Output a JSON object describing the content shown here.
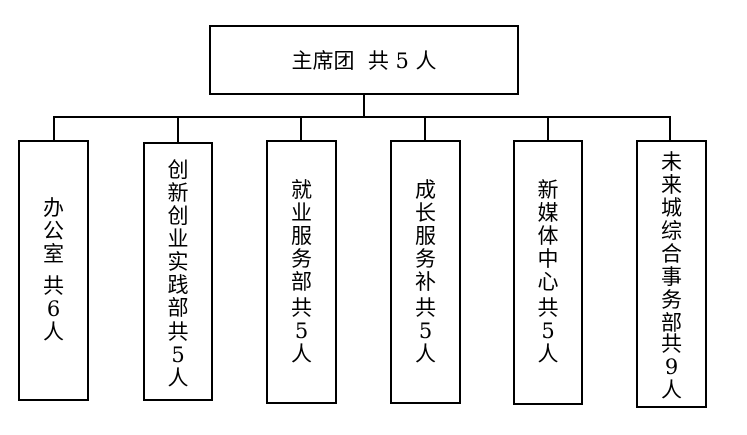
{
  "top": {
    "label": "主席团  共 5 人"
  },
  "departments": [
    {
      "name": [
        "办",
        "公",
        "室"
      ],
      "count": [
        "共",
        "6",
        "人"
      ]
    },
    {
      "name": [
        "创",
        "新",
        "创",
        "业",
        "实",
        "践",
        "部"
      ],
      "count": [
        "共",
        "5",
        "人"
      ]
    },
    {
      "name": [
        "就",
        "业",
        "服",
        "务",
        "部"
      ],
      "count": [
        "共",
        "5",
        "人"
      ]
    },
    {
      "name": [
        "成",
        "长",
        "服",
        "务",
        "补"
      ],
      "count": [
        "共",
        "5",
        "人"
      ]
    },
    {
      "name": [
        "新",
        "媒",
        "体",
        "中",
        "心"
      ],
      "count": [
        "共",
        "5",
        "人"
      ]
    },
    {
      "name": [
        "未",
        "来",
        "城",
        "综",
        "合",
        "事",
        "务",
        "部"
      ],
      "count": [
        "共",
        "9",
        "人"
      ]
    }
  ]
}
